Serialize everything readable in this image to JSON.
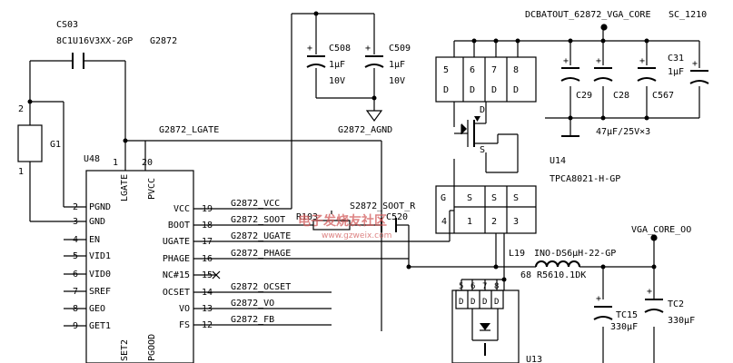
{
  "caps": {
    "cs03_ref": "CS03",
    "cs03_val": "8C1U16V3XX-2GP",
    "c508_ref": "C508",
    "c508_val": "1μF",
    "c508_v": "10V",
    "c509_ref": "C509",
    "c509_val": "1μF",
    "c509_v": "10V",
    "c31_ref": "C31",
    "c31_val": "1μF",
    "c29": "C29",
    "c28": "C28",
    "c567": "C567",
    "bank_val": "47μF/25V×3",
    "tc15_ref": "TC15",
    "tc15_val": "330μF",
    "tc2_ref": "TC2",
    "tc2_val": "330μF",
    "c520": "C520"
  },
  "nets": {
    "g2872": "G2872",
    "lgate": "G2872_LGATE",
    "agnd": "G2872_AGND",
    "dcbat": "DCBATOUT_62872_VGA_CORE",
    "sc1210": "SC_1210",
    "vcc": "G2872_VCC",
    "soot": "G2872_SOOT",
    "ugate": "G2872_UGATE",
    "phage": "G2872_PHAGE",
    "ocset": "G2872_OCSET",
    "vo": "G2872_VO",
    "fb": "G2872_FB",
    "soot_r": "S2872_SOOT_R",
    "vga_core": "VGA_CORE_OO"
  },
  "parts": {
    "g1": "G1",
    "g1_p2": "2",
    "g1_p1": "1",
    "u48": "U48",
    "u14": "U14",
    "u14_val": "TPCA8021-H-GP",
    "u13": "U13",
    "r103": "R103",
    "l19": "L19",
    "l19_val": "INO-DS6μH-22-GP",
    "l19_r": "68 R5610.1DK"
  },
  "u48": {
    "lgate": "LGATE",
    "pvcc": "PVCC",
    "p1": "1",
    "p20": "20",
    "set2": "SET2",
    "pgood": "PGOOD",
    "left_pins": [
      {
        "num": "2",
        "name": "PGND"
      },
      {
        "num": "3",
        "name": "GND"
      },
      {
        "num": "4",
        "name": "EN"
      },
      {
        "num": "5",
        "name": "VID1"
      },
      {
        "num": "6",
        "name": "VID0"
      },
      {
        "num": "7",
        "name": "SREF"
      },
      {
        "num": "8",
        "name": "GEO"
      },
      {
        "num": "9",
        "name": "GET1"
      }
    ],
    "right_pins": [
      {
        "num": "19",
        "name": "VCC"
      },
      {
        "num": "18",
        "name": "BOOT"
      },
      {
        "num": "17",
        "name": "UGATE"
      },
      {
        "num": "16",
        "name": "PHAGE"
      },
      {
        "num": "15",
        "name": "NC#15"
      },
      {
        "num": "14",
        "name": "OCSET"
      },
      {
        "num": "13",
        "name": "VO"
      },
      {
        "num": "12",
        "name": "FS"
      }
    ]
  },
  "mosfet_top": {
    "d_labels": [
      "D",
      "D",
      "D",
      "D"
    ],
    "d_pins": [
      "5",
      "6",
      "7",
      "8"
    ],
    "d_gate": "D",
    "s_gate": "S",
    "g_label": "G",
    "s_labels": [
      "S",
      "S",
      "S"
    ],
    "b_pins": [
      "4",
      "1",
      "2",
      "3"
    ]
  },
  "mosfet_bot": {
    "d_labels": [
      "D",
      "D",
      "D",
      "D"
    ],
    "d_pins": [
      "5",
      "6",
      "7",
      "8"
    ]
  },
  "watermark": {
    "cn": "电子发烧友社区",
    "url": "www.gzweix.com"
  }
}
